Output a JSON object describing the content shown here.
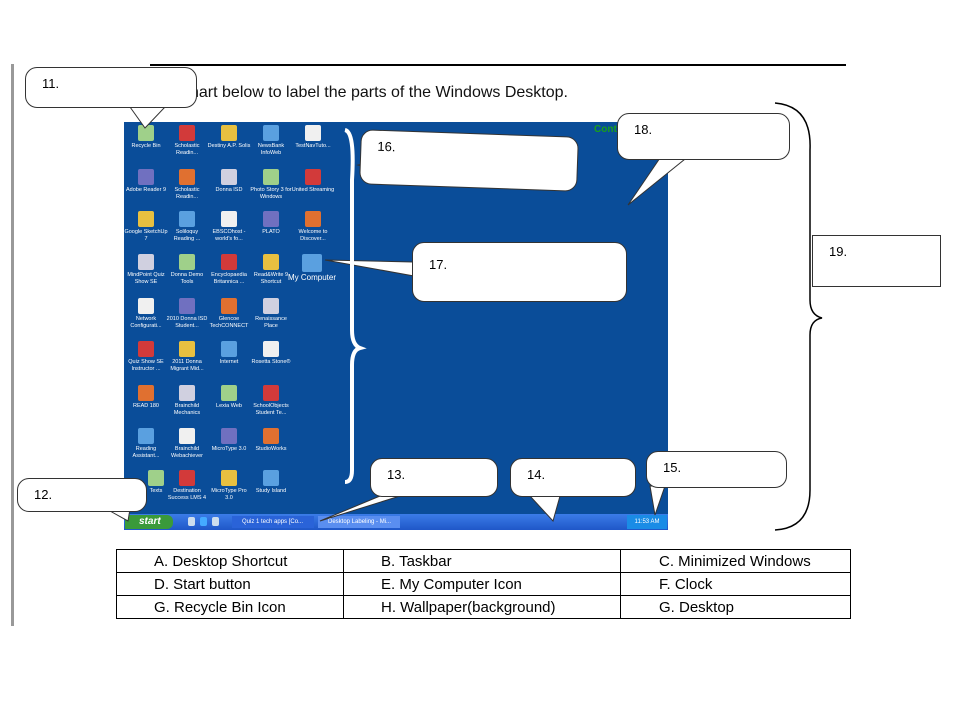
{
  "heading": "hart below to label the parts of the Windows Desktop.",
  "desktop": {
    "corner_text": "Cont",
    "icons": [
      [
        "Recycle Bin",
        "Scholastic Readin...",
        "Destiny A.P. Solis",
        "NewsBank InfoWeb",
        "TestNavTuto..."
      ],
      [
        "Adobe Reader 9",
        "Scholastic Readin...",
        "Donna ISD",
        "Photo Story 3 for Windows",
        "United Streaming"
      ],
      [
        "Google SketchUp 7",
        "Soliloquy Reading ...",
        "EBSCOhost - world's fo...",
        "PLATO",
        "Welcome to Discover..."
      ],
      [
        "MindPoint Quiz Show SE",
        "Donna Demo Tools",
        "Encyclopaedia Britannica ...",
        "Read&Write 9 Shortcut",
        "My Computer"
      ],
      [
        "Network Configurati...",
        "2010 Donna ISD Student...",
        "Glencoe TechCONNECT",
        "Renaissance Place"
      ],
      [
        "Quiz Show SE Instructor ...",
        "2011 Donna Migrant Mid...",
        "Internet",
        "Rosetta Stone®"
      ],
      [
        "READ 180",
        "Brainchild Mechanics",
        "Lexia Web",
        "SchoolObjects Student Te..."
      ],
      [
        "Reading Assistant...",
        "Brainchild Webachiever",
        "MicroType 3.0",
        "StudioWorks"
      ],
      [
        "Texts",
        "Destination Success LMS 4",
        "MicroType Pro 3.0",
        "Study Island"
      ]
    ],
    "icon_colors": [
      "#9fd08a",
      "#d23a3a",
      "#e8c040",
      "#5aa0e0",
      "#f0f0f0",
      "#7070c0",
      "#e07030",
      "#d0d0e0"
    ],
    "taskbar": {
      "start": "start",
      "windows": [
        "Quiz 1 tech apps [Co...",
        "Desktop Labeling - Mi..."
      ],
      "clock": "11:53 AM"
    }
  },
  "callouts": {
    "c11": "11.",
    "c12": "12.",
    "c13": "13.",
    "c14": "14.",
    "c15": "15.",
    "c16": "16.",
    "c17": "17.",
    "c18": "18.",
    "c19": "19."
  },
  "table": [
    [
      "A.  Desktop Shortcut",
      "B.  Taskbar",
      "C.  Minimized Windows"
    ],
    [
      "D.  Start button",
      "E.  My Computer Icon",
      "F.  Clock"
    ],
    [
      "G.  Recycle Bin Icon",
      "H.  Wallpaper(background)",
      "G. Desktop"
    ]
  ]
}
